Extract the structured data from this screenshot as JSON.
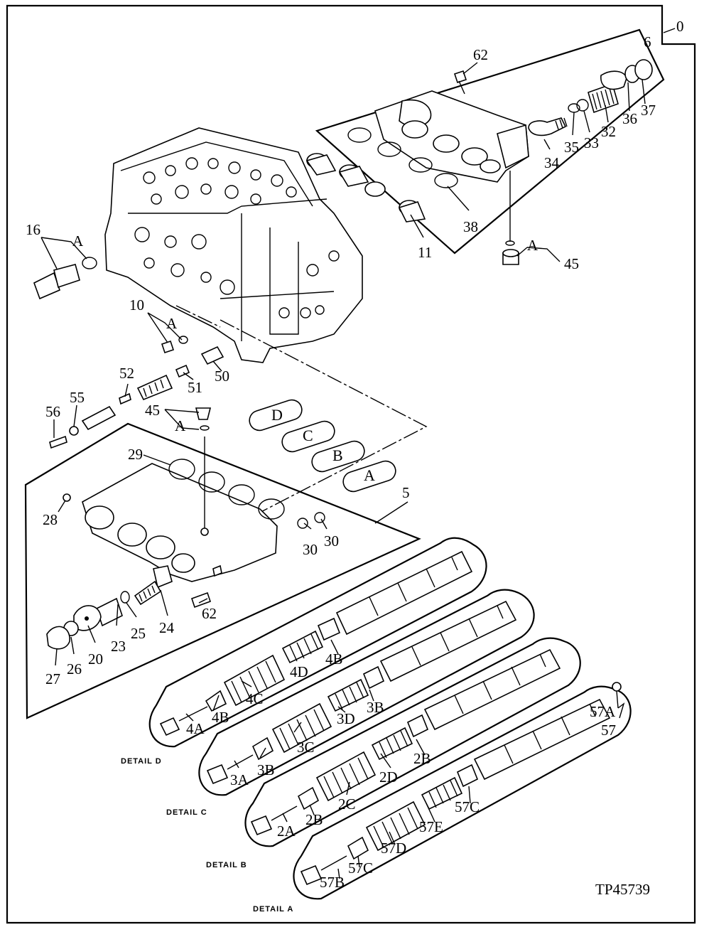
{
  "drawing_id": "TP45739",
  "ref_numbers": {
    "top_right": "0",
    "upper_group": "6",
    "lower_group": "5"
  },
  "callouts": {
    "c62a": "62",
    "c37": "37",
    "c36": "36",
    "c32": "32",
    "c33": "33",
    "c35": "35",
    "c34": "34",
    "c38": "38",
    "c11": "11",
    "cA1": "A",
    "c45a": "45",
    "c16": "16",
    "cA2": "A",
    "c10": "10",
    "cA3": "A",
    "c50": "50",
    "c51": "51",
    "c52": "52",
    "c55": "55",
    "c56": "56",
    "c45b": "45",
    "cA4": "A",
    "c29": "29",
    "c28": "28",
    "c30a": "30",
    "c30b": "30",
    "c62b": "62",
    "c24": "24",
    "c25": "25",
    "c23": "23",
    "c20": "20",
    "c26": "26",
    "c27": "27",
    "c4B1": "4B",
    "c4D": "4D",
    "c4C": "4C",
    "c4B2": "4B",
    "c4A": "4A",
    "c3B1": "3B",
    "c3D": "3D",
    "c3C": "3C",
    "c3B2": "3B",
    "c3A": "3A",
    "c2B1": "2B",
    "c2D": "2D",
    "c2C": "2C",
    "c2B2": "2B",
    "c2A": "2A",
    "c57A": "57A",
    "c57": "57",
    "c57C1": "57C",
    "c57E": "57E",
    "c57D": "57D",
    "c57C2": "57C",
    "c57B": "57B"
  },
  "spool_tags": [
    "D",
    "C",
    "B",
    "A"
  ],
  "details": {
    "d": "DETAIL D",
    "c": "DETAIL C",
    "b": "DETAIL B",
    "a": "DETAIL A"
  }
}
